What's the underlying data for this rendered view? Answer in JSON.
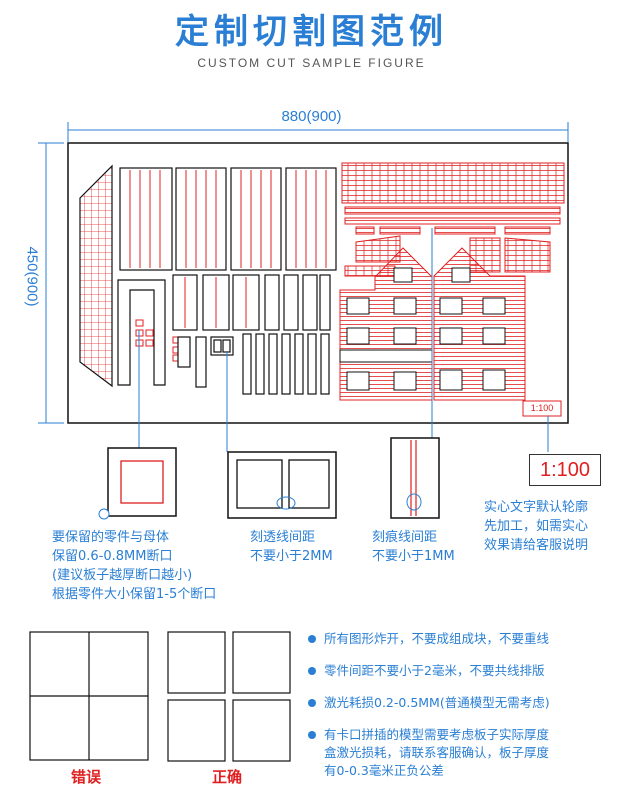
{
  "title": "定制切割图范例",
  "subtitle": "CUSTOM CUT SAMPLE FIGURE",
  "dimensions": {
    "width_label": "880(900)",
    "height_label": "450(900)"
  },
  "scale_small": "1:100",
  "scale_large": "1:100",
  "notes": {
    "keep_parts": [
      "要保留的零件与母体",
      "保留0.6-0.8MM断口",
      "(建议板子越厚断口越小)",
      "根据零件大小保留1-5个断口"
    ],
    "cut_spacing": [
      "刻透线间距",
      "不要小于2MM"
    ],
    "score_spacing": [
      "刻痕线间距",
      "不要小于1MM"
    ],
    "solid_text": [
      "实心文字默认轮廓",
      "先加工，如需实心",
      "效果请给客服说明"
    ]
  },
  "comparison": {
    "wrong_label": "错误",
    "right_label": "正确"
  },
  "bullets": [
    [
      "所有图形炸开，不要成组成块，不要重线"
    ],
    [
      "零件间距不要小于2毫米，不要共线排版"
    ],
    [
      "激光耗损0.2-0.5MM(普通模型无需考虑)"
    ],
    [
      "有卡口拼插的模型需要考虑板子实际厚度",
      "盒激光损耗，请联系客服确认，板子厚度",
      "有0-0.3毫米正负公差"
    ]
  ],
  "colors": {
    "accent": "#2a7fd4",
    "cut": "#e02020",
    "line": "#222222"
  }
}
